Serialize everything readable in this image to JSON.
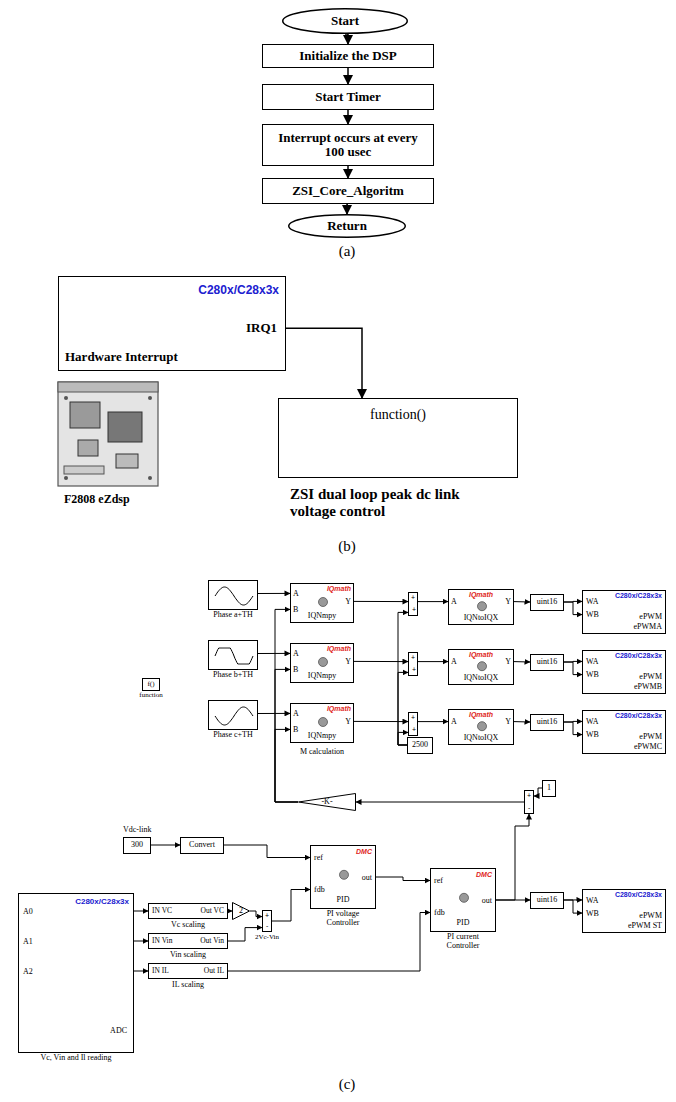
{
  "diagram": {
    "nodes": [
      {
        "text": [
          "Start"
        ]
      },
      {
        "text": [
          "Initialize the DSP"
        ]
      },
      {
        "text": [
          "Start Timer"
        ]
      },
      {
        "text": [
          "Interrupt occurs at every 100 usec"
        ]
      },
      {
        "text": [
          "ZSI_Core_Algoritm"
        ]
      },
      {
        "text": [
          "Return"
        ]
      },
      {
        "text": [
          "C280x/C28x3x",
          "IRQ1",
          "Hardware Interrupt"
        ]
      },
      {
        "text": [
          "function()"
        ]
      },
      {
        "text": [
          "f()",
          "function"
        ]
      },
      {
        "text": [
          "Phase a+TH"
        ]
      },
      {
        "text": [
          "IQmath",
          "A",
          "B",
          "Y",
          "IQNmpy"
        ]
      },
      {
        "text": [
          "+",
          "+"
        ]
      },
      {
        "text": [
          "IQmath",
          "A",
          "Y",
          "IQNtoIQX"
        ]
      },
      {
        "text": [
          "uint16"
        ]
      },
      {
        "text": [
          "C280x/C28x3x",
          "WA",
          "WB",
          "ePWM",
          "ePWMA"
        ]
      },
      {
        "text": [
          "Phase b+TH"
        ]
      },
      {
        "text": [
          "IQmath",
          "A",
          "B",
          "Y",
          "IQNmpy"
        ]
      },
      {
        "text": [
          "+",
          "+"
        ]
      },
      {
        "text": [
          "IQmath",
          "A",
          "Y",
          "IQNtoIQX"
        ]
      },
      {
        "text": [
          "uint16"
        ]
      },
      {
        "text": [
          "C280x/C28x3x",
          "WA",
          "WB",
          "ePWM",
          "ePWMB"
        ]
      },
      {
        "text": [
          "Phase c+TH"
        ]
      },
      {
        "text": [
          "IQmath",
          "A",
          "B",
          "Y",
          "IQNmpy"
        ]
      },
      {
        "text": [
          "+",
          "+"
        ]
      },
      {
        "text": [
          "2500"
        ]
      },
      {
        "text": [
          "IQmath",
          "A",
          "Y",
          "IQNtoIQX"
        ]
      },
      {
        "text": [
          "uint16"
        ]
      },
      {
        "text": [
          "C280x/C28x3x",
          "WA",
          "WB",
          "ePWM",
          "ePWMC"
        ]
      },
      {
        "text": [
          "-K-"
        ]
      },
      {
        "text": [
          "+",
          "-"
        ]
      },
      {
        "text": [
          "1"
        ]
      },
      {
        "text": [
          "300"
        ]
      },
      {
        "text": [
          "Convert"
        ]
      },
      {
        "text": [
          "C280x/C28x3x",
          "A0",
          "A1",
          "A2",
          "ADC",
          "Vc, Vin and Il reading"
        ]
      },
      {
        "text": [
          "IN VC",
          "Out VC",
          "Vc scaling"
        ]
      },
      {
        "text": [
          "IN Vin",
          "Out Vin",
          "Vin scaling"
        ]
      },
      {
        "text": [
          "IN IL",
          "Out IL",
          "IL scaling"
        ]
      },
      {
        "text": [
          "2"
        ]
      },
      {
        "text": [
          "+",
          "-",
          "2Vc-Vin"
        ]
      },
      {
        "text": [
          "DMC",
          "ref",
          "fdb",
          "out",
          "PID",
          "PI voltage Controller"
        ]
      },
      {
        "text": [
          "DMC",
          "ref",
          "fdb",
          "out",
          "PID",
          "PI current Controller"
        ]
      },
      {
        "text": [
          "uint16"
        ]
      },
      {
        "text": [
          "C280x/C28x3x",
          "WA",
          "WB",
          "ePWM",
          "ePWM ST"
        ]
      }
    ],
    "edges": [
      {
        "from": 0,
        "to": 1,
        "arrow": "to"
      },
      {
        "from": 1,
        "to": 2,
        "arrow": "to"
      },
      {
        "from": 2,
        "to": 3,
        "arrow": "to"
      },
      {
        "from": 3,
        "to": 4,
        "arrow": "to"
      },
      {
        "from": 4,
        "to": 5,
        "arrow": "to"
      },
      {
        "from": 6,
        "to": 7,
        "arrow": "to"
      },
      {
        "from": 9,
        "to": 10,
        "arrow": "to"
      },
      {
        "from": 10,
        "to": 11,
        "arrow": "to"
      },
      {
        "from": 11,
        "to": 12,
        "arrow": "to"
      },
      {
        "from": 12,
        "to": 13,
        "arrow": "to"
      },
      {
        "from": 13,
        "to": 14,
        "arrow": "to"
      },
      {
        "from": 15,
        "to": 16,
        "arrow": "to"
      },
      {
        "from": 16,
        "to": 17,
        "arrow": "to"
      },
      {
        "from": 17,
        "to": 18,
        "arrow": "to"
      },
      {
        "from": 18,
        "to": 19,
        "arrow": "to"
      },
      {
        "from": 19,
        "to": 20,
        "arrow": "to"
      },
      {
        "from": 21,
        "to": 22,
        "arrow": "to"
      },
      {
        "from": 22,
        "to": 23,
        "arrow": "to"
      },
      {
        "from": 23,
        "to": 25,
        "arrow": "to"
      },
      {
        "from": 25,
        "to": 26,
        "arrow": "to"
      },
      {
        "from": 26,
        "to": 27,
        "arrow": "to"
      },
      {
        "from": 24,
        "to": 11,
        "arrow": "to"
      },
      {
        "from": 24,
        "to": 17,
        "arrow": "to"
      },
      {
        "from": 24,
        "to": 23,
        "arrow": "to"
      },
      {
        "from": 28,
        "to": 10,
        "arrow": "to"
      },
      {
        "from": 28,
        "to": 16,
        "arrow": "to"
      },
      {
        "from": 28,
        "to": 22,
        "arrow": "to"
      },
      {
        "from": 29,
        "to": 28,
        "arrow": "to"
      },
      {
        "from": 30,
        "to": 29,
        "arrow": "to"
      },
      {
        "from": 40,
        "to": 29,
        "arrow": "to"
      },
      {
        "from": 31,
        "to": 32,
        "arrow": "to"
      },
      {
        "from": 32,
        "to": 39,
        "arrow": "to"
      },
      {
        "from": 33,
        "to": 34,
        "arrow": "to"
      },
      {
        "from": 33,
        "to": 35,
        "arrow": "to"
      },
      {
        "from": 33,
        "to": 36,
        "arrow": "to"
      },
      {
        "from": 34,
        "to": 37,
        "arrow": "to"
      },
      {
        "from": 37,
        "to": 38,
        "arrow": "to"
      },
      {
        "from": 35,
        "to": 38,
        "arrow": "to"
      },
      {
        "from": 38,
        "to": 39,
        "arrow": "to"
      },
      {
        "from": 39,
        "to": 40,
        "arrow": "to"
      },
      {
        "from": 36,
        "to": 40,
        "arrow": "to"
      },
      {
        "from": 40,
        "to": 41,
        "arrow": "to"
      },
      {
        "from": 41,
        "to": 42,
        "arrow": "to"
      }
    ],
    "labels": [
      "(a)",
      "F2808 eZdsp",
      "ZSI dual loop peak dc link voltage control",
      "(b)",
      "M calculation",
      "Vdc-link",
      "(c)"
    ]
  }
}
